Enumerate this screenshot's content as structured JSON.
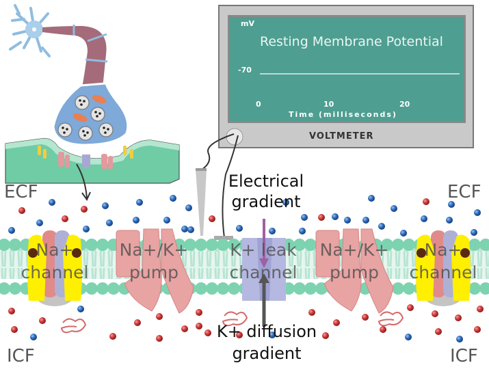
{
  "voltmeter": {
    "title": "Resting Membrane Potential",
    "y_unit": "mV",
    "y_tick": "-70",
    "x_ticks": [
      "0",
      "10",
      "20"
    ],
    "x_label": "Time (milliseconds)",
    "brand": "VOLTMETER",
    "screen_color": "#4e9e91",
    "trace_value_mv": -70
  },
  "labels": {
    "ecf_left": "ECF",
    "ecf_right": "ECF",
    "icf_left": "ICF",
    "icf_right": "ICF",
    "electrical_gradient_1": "Electrical",
    "electrical_gradient_2": "gradient",
    "diffusion_gradient_1": "K+ diffusion",
    "diffusion_gradient_2": "gradient"
  },
  "proteins": [
    {
      "line1": "Na+",
      "line2": "channel"
    },
    {
      "line1": "Na+/K+",
      "line2": "pump"
    },
    {
      "line1": "K+ leak",
      "line2": "channel"
    },
    {
      "line1": "Na+/K+",
      "line2": "pump"
    },
    {
      "line1": "Na+",
      "line2": "channel"
    }
  ],
  "colors": {
    "sodium_ion": "#d23a3a",
    "potassium_ion": "#2f6fc0",
    "membrane_head": "#7dd3b0",
    "na_channel": "#ffef00",
    "pump": "#e8a3a3",
    "leak_channel": "#b5b8e0",
    "electrical_arrow": "#a060a0",
    "diffusion_arrow": "#555555"
  }
}
